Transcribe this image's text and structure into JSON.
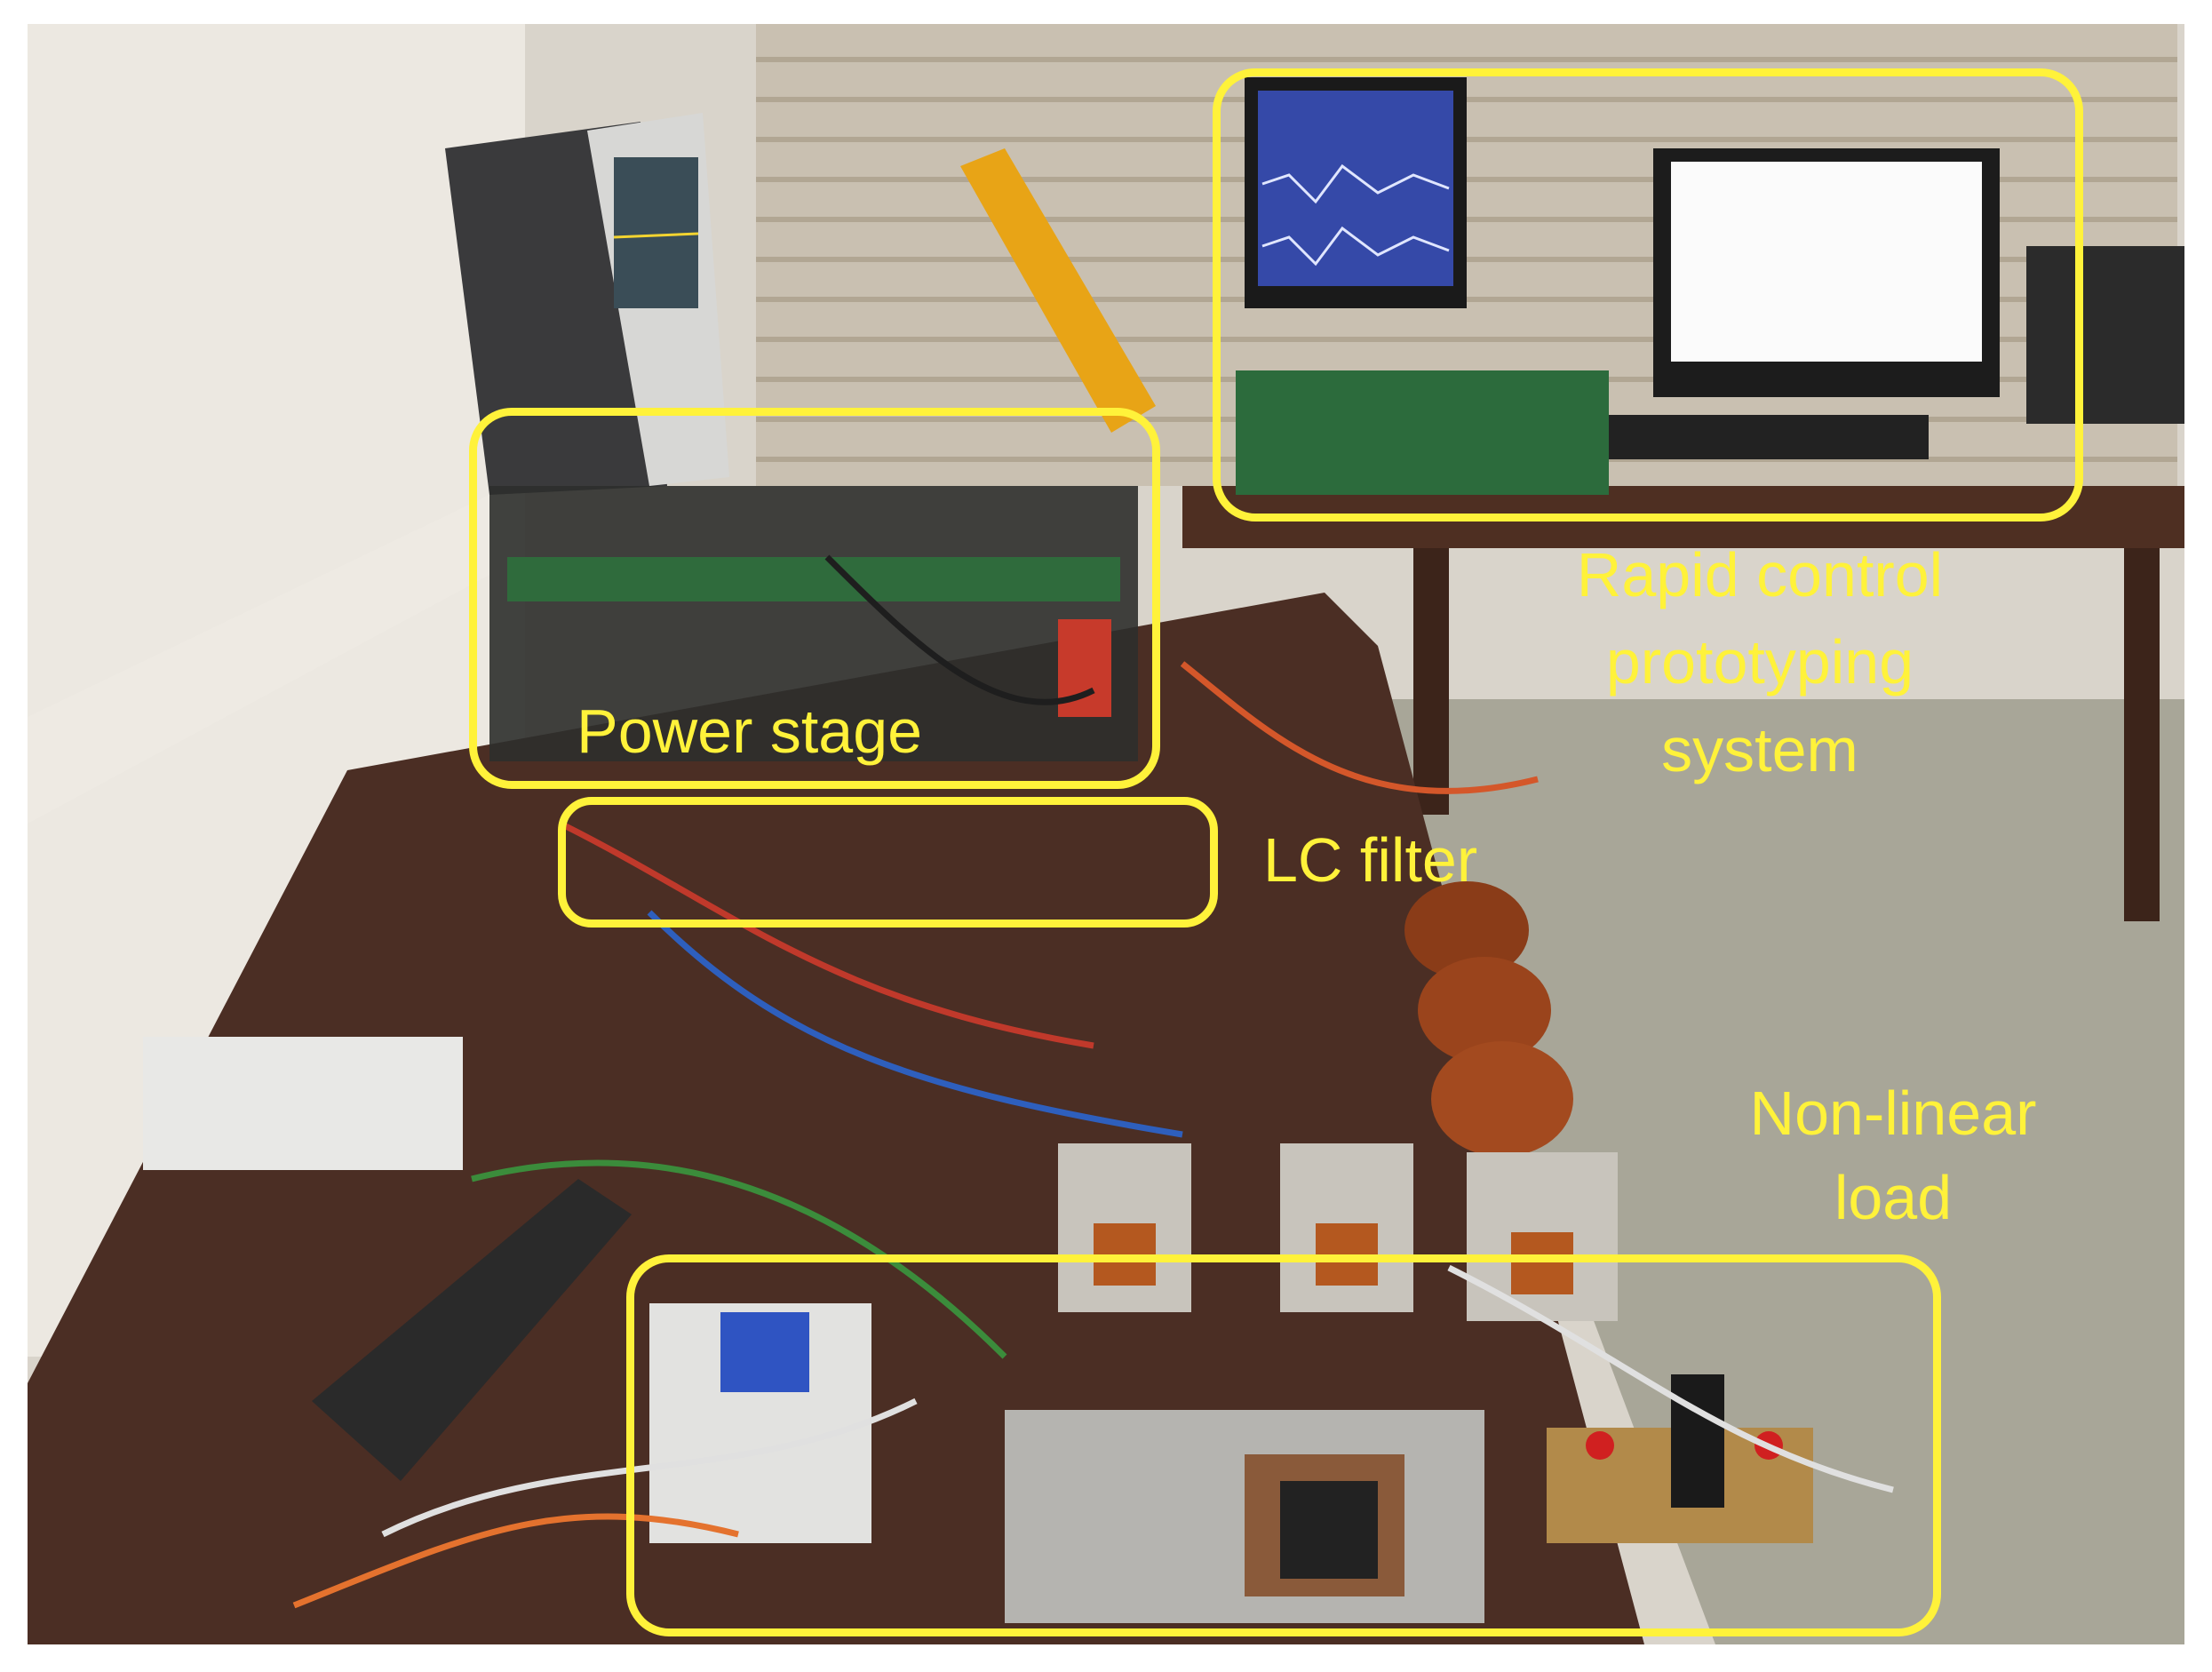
{
  "labels": {
    "rcp_line1": "Rapid control",
    "rcp_line2": "prototyping",
    "rcp_line3": "system",
    "power_stage": "Power stage",
    "lc_filter": "LC filter",
    "nonlinear_line1": "Non-linear",
    "nonlinear_line2": "load"
  },
  "colors": {
    "highlight": "#fff23a",
    "table": "#4a3a30",
    "wall": "#d8d2c8"
  }
}
